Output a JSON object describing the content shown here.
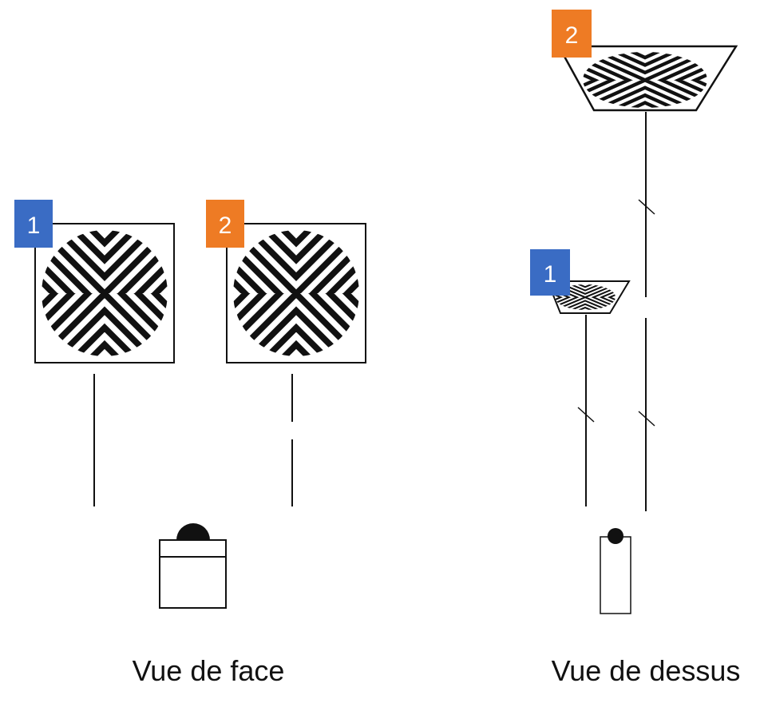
{
  "captions": {
    "front_view": "Vue de face",
    "top_view": "Vue de dessus"
  },
  "badges": {
    "one": "1",
    "two": "2"
  },
  "colors": {
    "badge_one": "#3a6cc4",
    "badge_two": "#ee7b24",
    "ink": "#111111"
  },
  "icons": [
    "circular-striped-pattern-icon",
    "person-icon",
    "break-mark-icon"
  ]
}
